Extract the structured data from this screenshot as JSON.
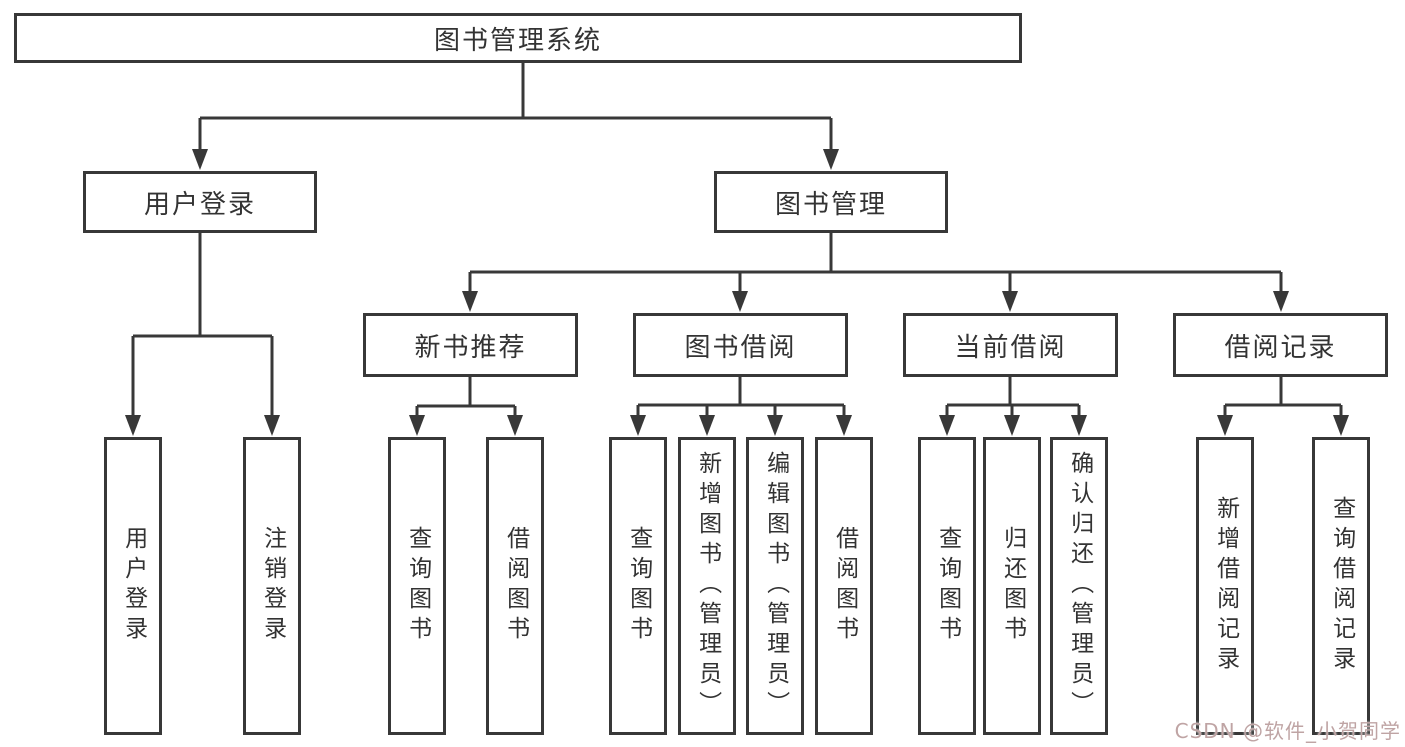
{
  "title": "图书管理系统",
  "colors": {
    "background": "#ffffff",
    "line": "#383838",
    "box_border": "#383838",
    "text": "#333333",
    "watermark": "#bfa4a4"
  },
  "watermark": {
    "text": "CSDN @软件_小贺同学"
  },
  "nodes": {
    "root": "图书管理系统",
    "userLogin": "用户登录",
    "bookManagement": "图书管理",
    "newBookRecommend": "新书推荐",
    "bookBorrowing": "图书借阅",
    "currentBorrowing": "当前借阅",
    "borrowingRecords": "借阅记录",
    "leafUserLogin": "用户登录",
    "leafLogout": "注销登录",
    "leafQueryBook1": "查询图书",
    "leafBorrowBook1": "借阅图书",
    "leafQueryBook2": "查询图书",
    "leafAddBook": "新增图书（管理员）",
    "leafEditBook": "编辑图书（管理员）",
    "leafBorrowBook2": "借阅图书",
    "leafQueryBook3": "查询图书",
    "leafReturnBook": "归还图书",
    "leafConfirmReturn": "确认归还（管理员）",
    "leafAddBorrowRecord": "新增借阅记录",
    "leafQueryBorrowRecord": "查询借阅记录"
  },
  "hierarchy": {
    "图书管理系统": {
      "用户登录": [
        "用户登录",
        "注销登录"
      ],
      "图书管理": {
        "新书推荐": [
          "查询图书",
          "借阅图书"
        ],
        "图书借阅": [
          "查询图书",
          "新增图书（管理员）",
          "编辑图书（管理员）",
          "借阅图书"
        ],
        "当前借阅": [
          "查询图书",
          "归还图书",
          "确认归还（管理员）"
        ],
        "借阅记录": [
          "新增借阅记录",
          "查询借阅记录"
        ]
      }
    }
  }
}
